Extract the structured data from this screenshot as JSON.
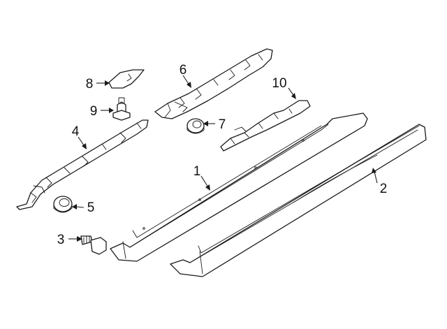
{
  "callouts": [
    "1",
    "2",
    "3",
    "4",
    "5",
    "6",
    "7",
    "8",
    "9",
    "10"
  ],
  "colors": {
    "line": "#1a1a1a",
    "background": "#ffffff"
  }
}
